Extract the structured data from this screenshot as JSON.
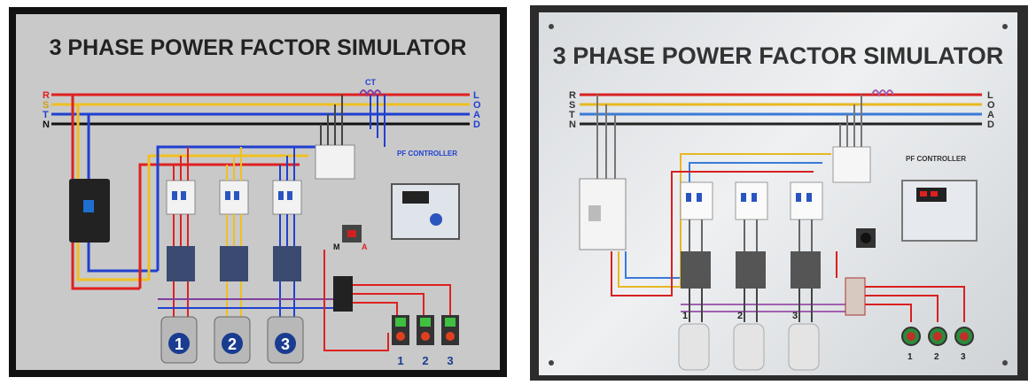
{
  "left": {
    "title": "3 PHASE POWER FACTOR SIMULATOR",
    "phases": [
      "R",
      "S",
      "T",
      "N"
    ],
    "load_letters": [
      "L",
      "O",
      "A",
      "D"
    ],
    "ct_label": "CT",
    "pf_controller_label": "PF CONTROLLER",
    "selector_labels": [
      "M",
      "A"
    ],
    "capacitor_numbers": [
      "1",
      "2",
      "3"
    ],
    "switch_numbers": [
      "1",
      "2",
      "3"
    ],
    "colors": {
      "R": "#e02020",
      "S": "#f0c020",
      "T": "#2040d0",
      "N": "#111111"
    }
  },
  "right": {
    "title": "3 PHASE POWER FACTOR SIMULATOR",
    "phases": [
      "R",
      "S",
      "T",
      "N"
    ],
    "load_letters": [
      "L",
      "O",
      "A",
      "D"
    ],
    "pf_controller_label": "PF CONTROLLER",
    "capacitor_numbers": [
      "1",
      "2",
      "3"
    ],
    "switch_numbers": [
      "1",
      "2",
      "3"
    ]
  }
}
